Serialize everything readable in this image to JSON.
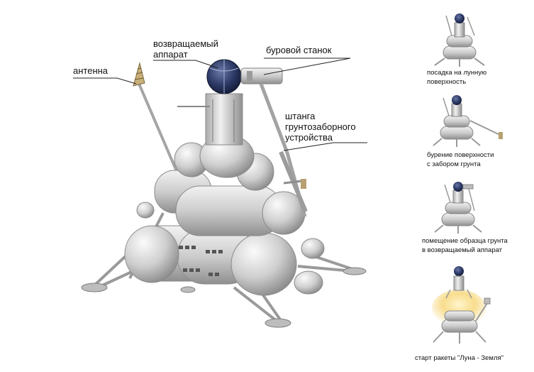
{
  "labels": {
    "return_vehicle": [
      "возвращаемый",
      "аппарат"
    ],
    "drill": "буровой станок",
    "antenna": "антенна",
    "sampling_arm": [
      "штанга",
      "грунтозаборного",
      "устройства"
    ]
  },
  "stages": [
    {
      "caption": [
        "посадка на лунную",
        "поверхность"
      ]
    },
    {
      "caption": [
        "бурение поверхности",
        "с забором грунта"
      ]
    },
    {
      "caption": [
        "помещение образца грунта",
        "в возвращаемый аппарат"
      ]
    },
    {
      "caption": [
        "старт ракеты \"Луна - Земля\""
      ]
    }
  ],
  "colors": {
    "body": "#c9c9c9",
    "body_light": "#e4e4e4",
    "body_dark": "#8c8c8c",
    "return_sphere": "#27345a",
    "antenna": "#c9b07a",
    "flame": "#f7d77a"
  }
}
